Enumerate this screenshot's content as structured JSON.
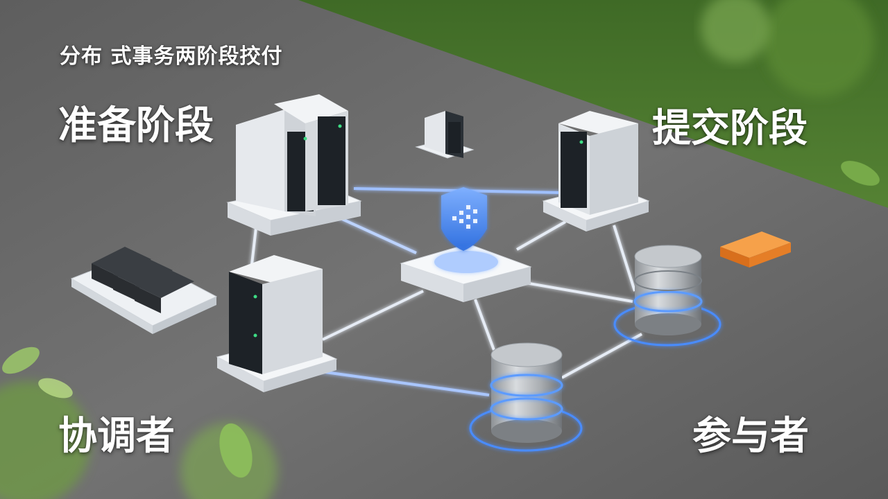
{
  "title": "分布 式事务两阶段挍付",
  "labels": {
    "prepare_phase": "准备阶段",
    "commit_phase": "提交阶段",
    "coordinator": "协调者",
    "participant": "参与者"
  },
  "colors": {
    "link_glow": "#4a8cff",
    "server_body": "#eef0f3",
    "shield": "#3d7ff0",
    "accent_box": "#f28a2e",
    "ground": "#6b6b6b",
    "grass": "#5f8f3a"
  },
  "icons": [
    "server-icon",
    "database-icon",
    "shield-icon",
    "hub-icon",
    "battery-pack-icon"
  ]
}
